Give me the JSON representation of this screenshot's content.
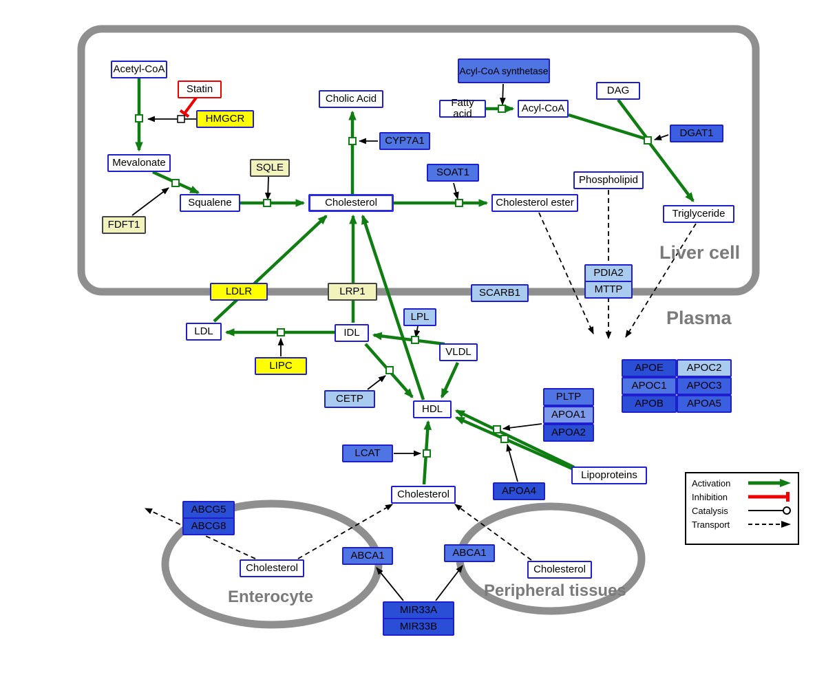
{
  "compartments": {
    "liver": "Liver cell",
    "plasma": "Plasma",
    "enterocyte": "Enterocyte",
    "peripheral": "Peripheral tissues"
  },
  "nodes": {
    "acetyl_coa": "Acetyl-CoA",
    "statin": "Statin",
    "hmgcr": "HMGCR",
    "mevalonate": "Mevalonate",
    "fdft1": "FDFT1",
    "squalene": "Squalene",
    "sqle": "SQLE",
    "cholesterol_liver": "Cholesterol",
    "cholic_acid": "Cholic Acid",
    "cyp7a1": "CYP7A1",
    "acyl_coa_synthetase": "Acyl-CoA synthetase",
    "fatty_acid": "Fatty acid",
    "acyl_coa": "Acyl-CoA",
    "dag": "DAG",
    "dgat1": "DGAT1",
    "soat1": "SOAT1",
    "cholesterol_ester": "Cholesterol ester",
    "phospholipid": "Phospholipid",
    "triglyceride": "Triglyceride",
    "pdia2": "PDIA2",
    "mttp": "MTTP",
    "ldlr": "LDLR",
    "lrp1": "LRP1",
    "scarb1": "SCARB1",
    "ldl": "LDL",
    "idl": "IDL",
    "lpl": "LPL",
    "vldl": "VLDL",
    "lipc": "LIPC",
    "cetp": "CETP",
    "hdl": "HDL",
    "pltp": "PLTP",
    "apoa1": "APOA1",
    "apoa2": "APOA2",
    "apoe": "APOE",
    "apoc2": "APOC2",
    "apoc1": "APOC1",
    "apoc3": "APOC3",
    "apob": "APOB",
    "apoa5": "APOA5",
    "lcat": "LCAT",
    "apoa4": "APOA4",
    "lipoproteins": "Lipoproteins",
    "cholesterol_plasma": "Cholesterol",
    "abcg5": "ABCG5",
    "abcg8": "ABCG8",
    "cholesterol_enterocyte": "Cholesterol",
    "abca1_left": "ABCA1",
    "abca1_right": "ABCA1",
    "cholesterol_peripheral": "Cholesterol",
    "mir33a": "MIR33A",
    "mir33b": "MIR33B"
  },
  "legend": {
    "activation": "Activation",
    "inhibition": "Inhibition",
    "catalysis": "Catalysis",
    "transport": "Transport"
  },
  "colors": {
    "activation_green": "#0f7d12",
    "inhibition_red": "#ee0000",
    "membrane_gray": "#8f8f8f",
    "node_border_blue": "#1e1ecf",
    "yellow": "#ffff00",
    "pale_yellow": "#f2f2bc",
    "blue_dark": "#2a4ed6",
    "blue_medium": "#4f74e3",
    "blue_medium_light": "#7d9bea",
    "blue_light": "#a9cbf0"
  }
}
